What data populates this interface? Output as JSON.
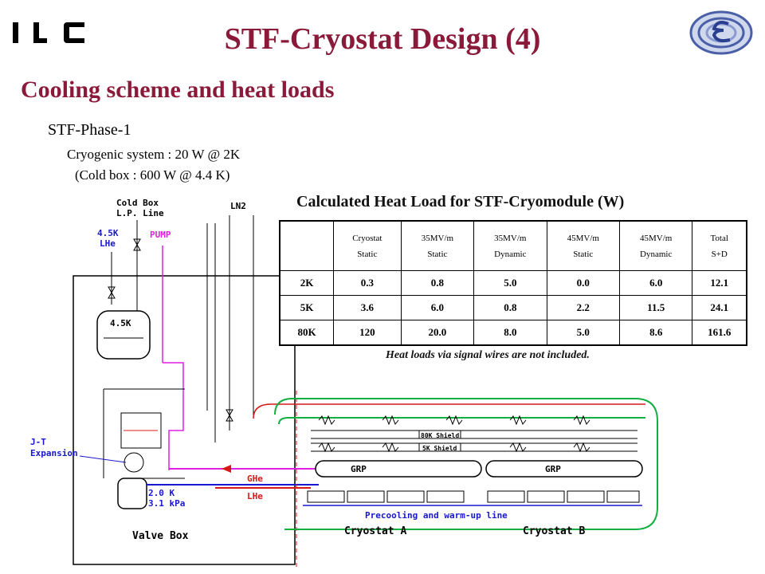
{
  "slide": {
    "title": "STF-Cryostat Design (4)",
    "subtitle": "Cooling scheme and heat loads",
    "phase": "STF-Phase-1",
    "cryo_system": "Cryogenic system : 20 W @ 2K",
    "cold_box": "(Cold box : 600 W @ 4.4 K)",
    "logo_left_text": "ILC"
  },
  "table": {
    "title": "Calculated Heat Load for STF-Cryomodule (W)",
    "headers": [
      [
        "",
        ""
      ],
      [
        "Cryostat",
        "Static"
      ],
      [
        "35MV/m",
        "Static"
      ],
      [
        "35MV/m",
        "Dynamic"
      ],
      [
        "45MV/m",
        "Static"
      ],
      [
        "45MV/m",
        "Dynamic"
      ],
      [
        "Total",
        "S+D"
      ]
    ],
    "rows": [
      [
        "2K",
        "0.3",
        "0.8",
        "5.0",
        "0.0",
        "6.0",
        "12.1"
      ],
      [
        "5K",
        "3.6",
        "6.0",
        "0.8",
        "2.2",
        "11.5",
        "24.1"
      ],
      [
        "80K",
        "120",
        "20.0",
        "8.0",
        "5.0",
        "8.6",
        "161.6"
      ]
    ],
    "note": "Heat loads via signal wires are not included."
  },
  "diagram": {
    "cold_box_line_1": "Cold Box",
    "cold_box_line_2": "L.P. Line",
    "ln2": "LN2",
    "lhe_1": "4.5K",
    "lhe_2": "LHe",
    "pump": "PUMP",
    "tank_45k": "4.5K",
    "jt_1": "J-T",
    "jt_2": "Expansion",
    "ghe": "GHe",
    "lhe_line": "LHe",
    "tank_2k_1": "2.0 K",
    "tank_2k_2": "3.1 kPa",
    "shield_1": "80K Shield",
    "shield_2": "5K Shield",
    "grp_a": "GRP",
    "grp_b": "GRP",
    "precool": "Precooling and warm-up line",
    "valve_box": "Valve Box",
    "cryostat_a": "Cryostat A",
    "cryostat_b": "Cryostat B",
    "colors": {
      "magenta": "#e020e0",
      "red": "#d81818",
      "green": "#10b040",
      "blue": "#1818d0",
      "brown": "#8b1a3a"
    }
  }
}
